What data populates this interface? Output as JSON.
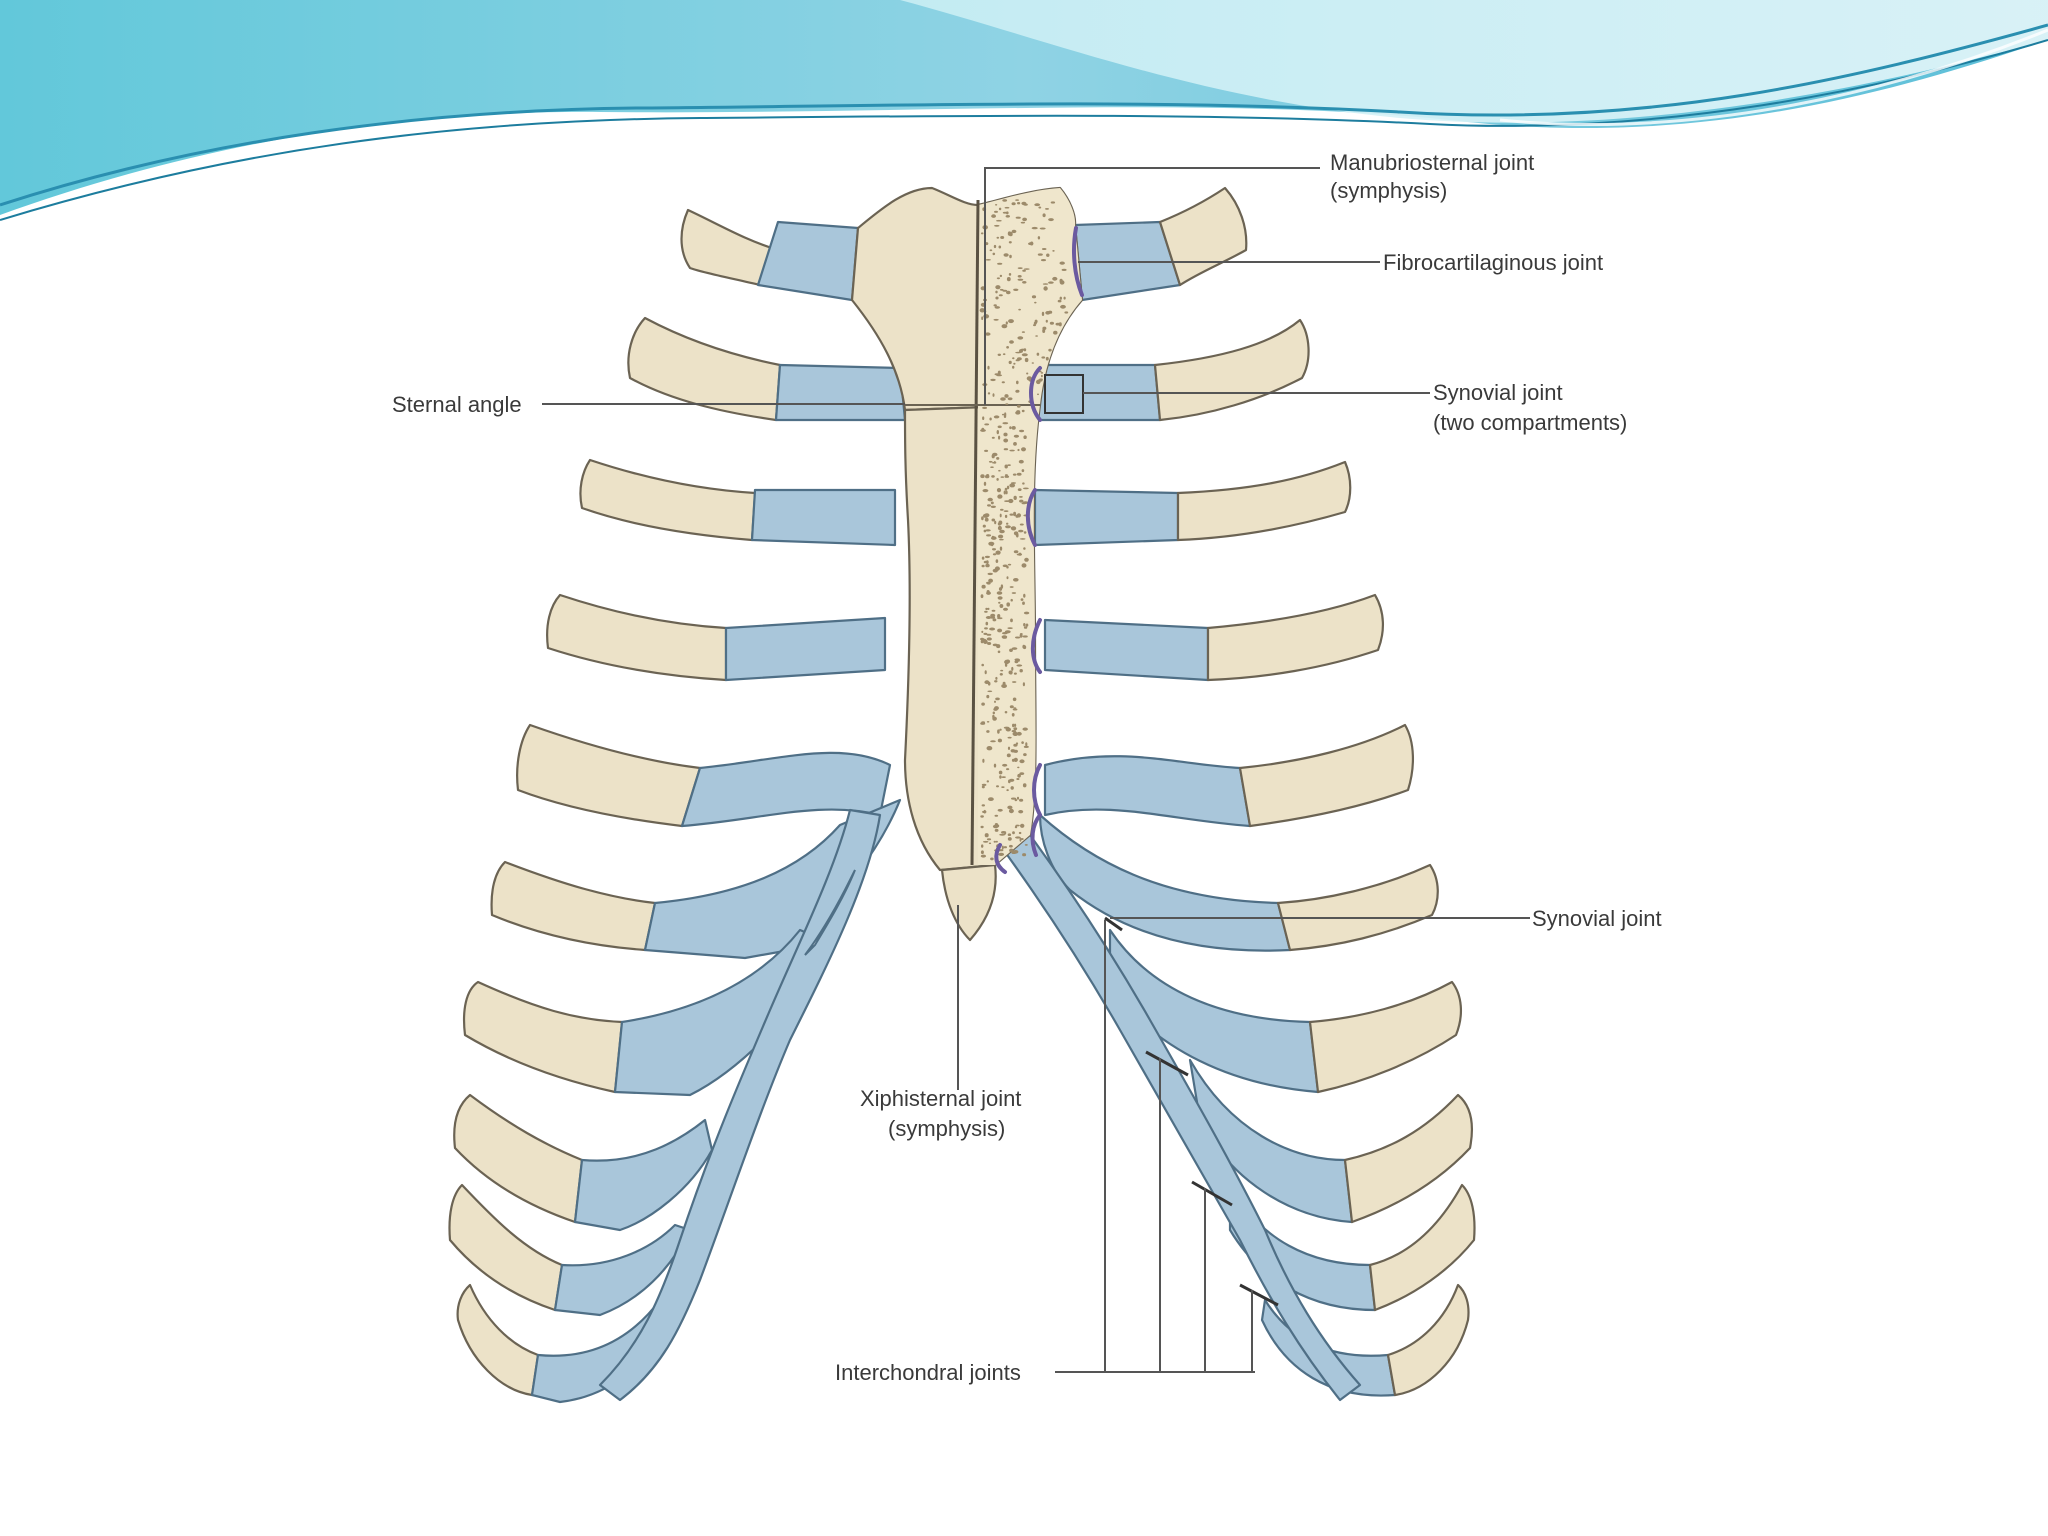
{
  "slide": {
    "accent_colors": {
      "wave_light": "#bfe7f0",
      "wave_mid": "#7fc8dc",
      "wave_dark": "#2a8fb0"
    }
  },
  "diagram": {
    "colors": {
      "bone": "#ece2c8",
      "cartilage": "#a9c6da",
      "joint": "#6b5aa0",
      "background": "#ffffff"
    },
    "labels": {
      "manubriosternal_line1": "Manubriosternal joint",
      "manubriosternal_line2": "(symphysis)",
      "fibrocartilaginous": "Fibrocartilaginous joint",
      "sternal_angle": "Sternal angle",
      "synovial_two_line1": "Synovial joint",
      "synovial_two_line2": "(two compartments)",
      "synovial": "Synovial joint",
      "xiphisternal_line1": "Xiphisternal joint",
      "xiphisternal_line2": "(symphysis)",
      "interchondral": "Interchondral joints"
    }
  }
}
